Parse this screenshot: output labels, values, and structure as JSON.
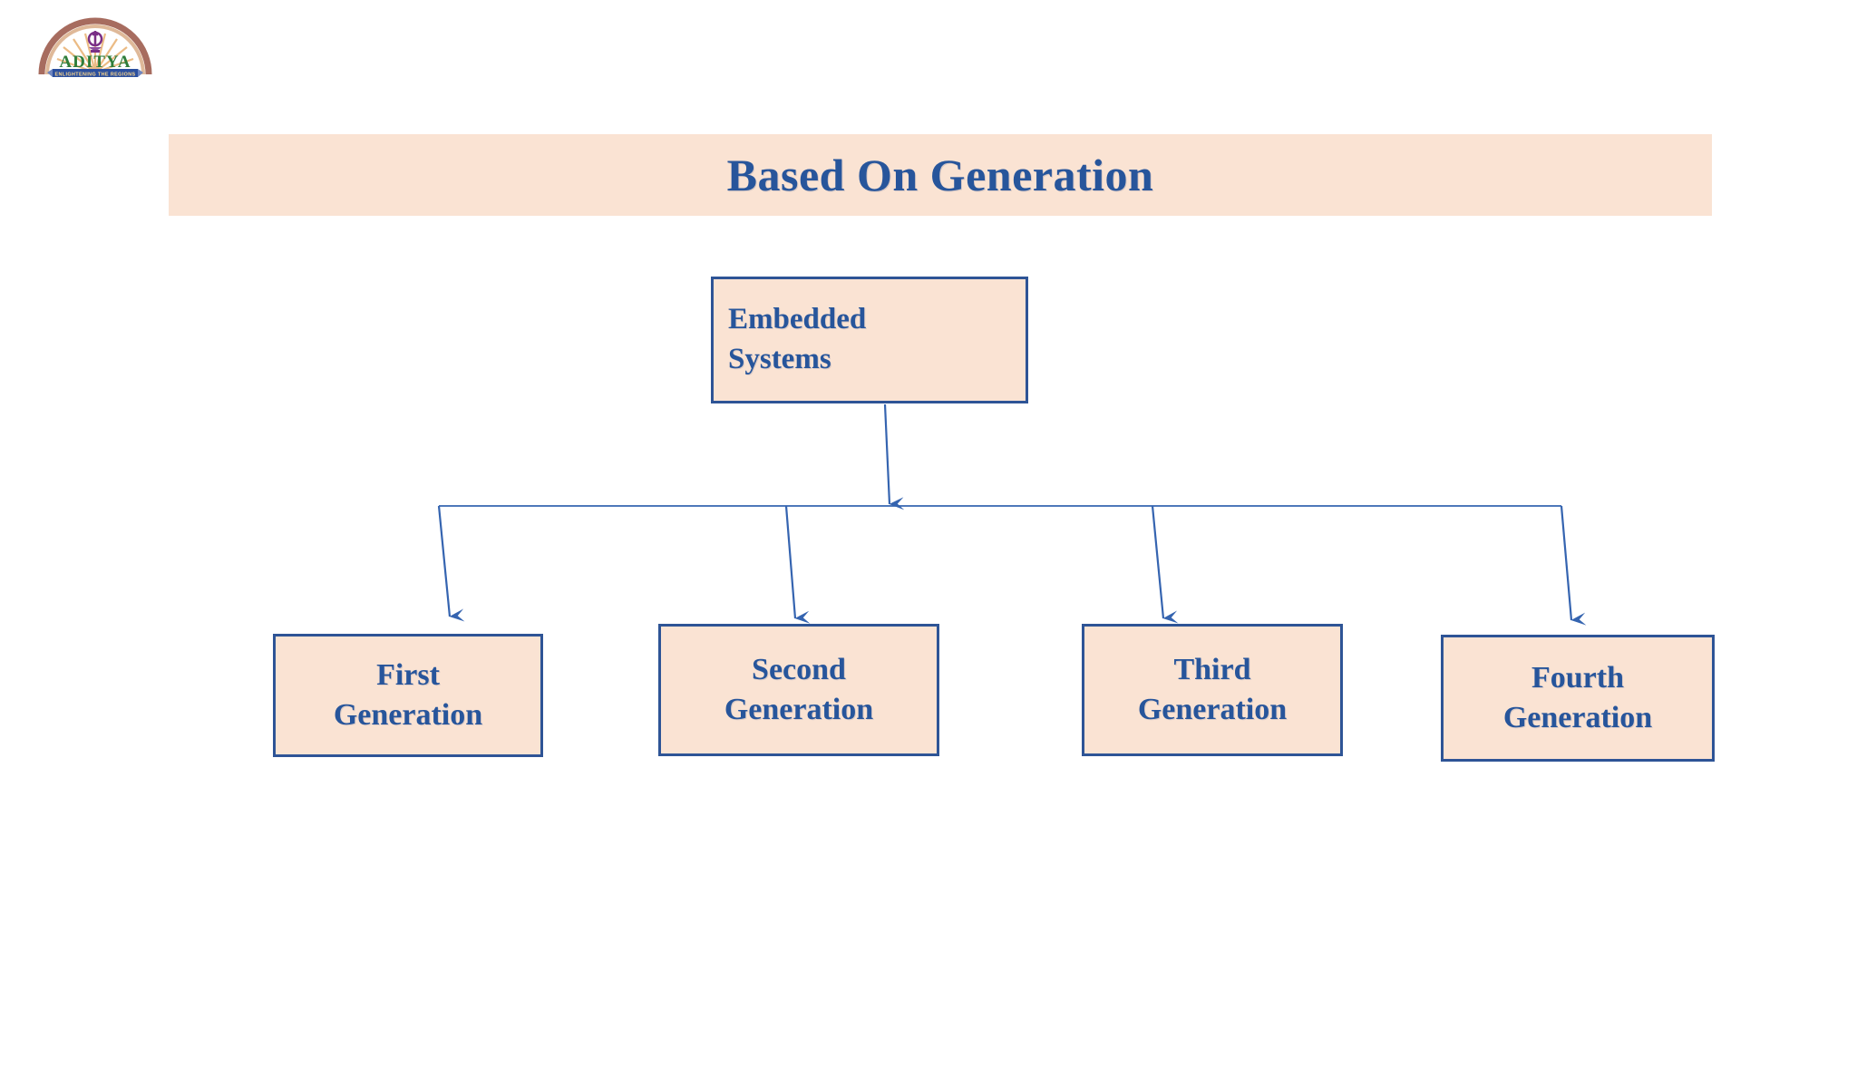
{
  "slide": {
    "title": "Based On Generation",
    "background_color": "#FFFFFF",
    "accent_fill": "#FAE3D3",
    "accent_border": "#2E5496",
    "text_color": "#27559B"
  },
  "logo": {
    "name": "aditya-college-logo",
    "wordmark": "ADITYA",
    "tagline": "ENLIGHTENING THE REGIONS"
  },
  "diagram": {
    "type": "hierarchy",
    "root": {
      "label_line1": "Embedded",
      "label_line2": "Systems"
    },
    "children": [
      {
        "label_line1": "First",
        "label_line2": "Generation"
      },
      {
        "label_line1": "Second",
        "label_line2": "Generation"
      },
      {
        "label_line1": "Third",
        "label_line2": "Generation"
      },
      {
        "label_line1": "Fourth",
        "label_line2": "Generation"
      }
    ]
  }
}
